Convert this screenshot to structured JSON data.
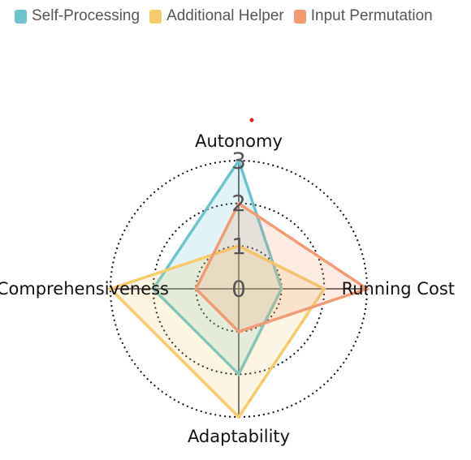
{
  "chart_data": {
    "type": "radar",
    "axes": [
      "Autonomy",
      "Running Cost",
      "Adaptability",
      "Comprehensiveness"
    ],
    "r_ticks": [
      0,
      1,
      2,
      3
    ],
    "r_range": [
      0,
      3
    ],
    "grid": "dotted-circles",
    "legend_position": "top-left",
    "series": [
      {
        "name": "Self-Processing",
        "values": [
          3,
          1,
          2,
          2
        ],
        "color": "#6cc4cc"
      },
      {
        "name": "Additional Helper",
        "values": [
          1,
          2,
          3,
          3
        ],
        "color": "#f5cd6b"
      },
      {
        "name": "Input Permutation",
        "values": [
          2,
          3,
          1,
          1
        ],
        "color": "#f29a74"
      }
    ]
  }
}
